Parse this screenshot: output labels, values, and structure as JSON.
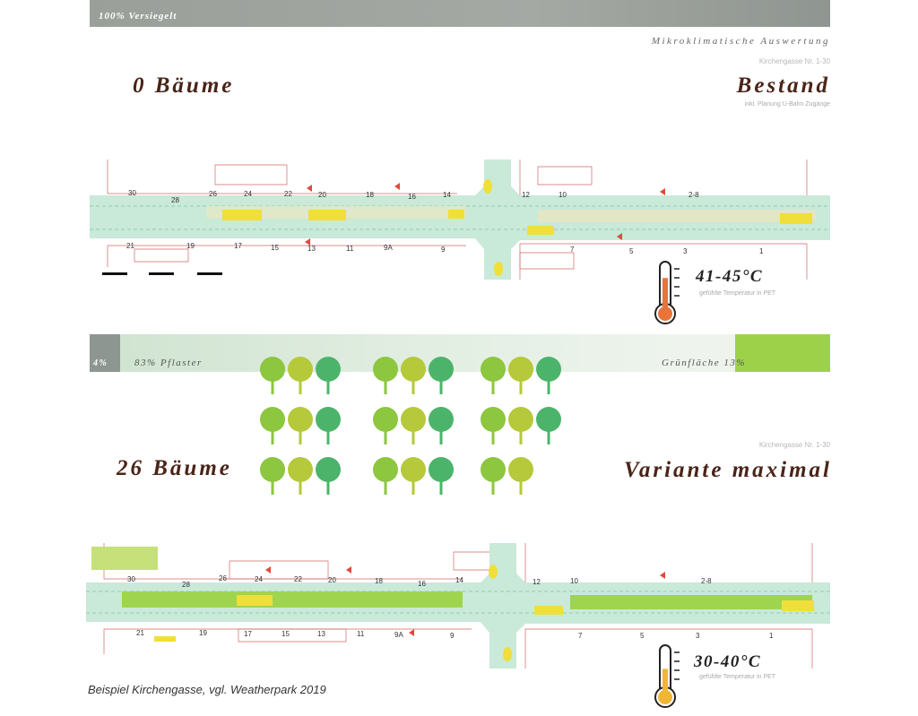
{
  "header": {
    "bar_label": "100% Versiegelt",
    "subtitle": "Mikroklimatische Auswertung"
  },
  "scenario_top": {
    "trees_label": "0 Bäume",
    "title": "Bestand",
    "ref": "Kirchengasse Nr. 1-30",
    "note": "inkl. Planung U-Bahn Zugänge",
    "temperature": "41-45°C",
    "temp_note": "gefühlte Temperatur in PET",
    "thermometer_level": 0.62,
    "thermometer_color": "#e8743a",
    "house_numbers_top": [
      "30",
      "28",
      "26",
      "24",
      "22",
      "20",
      "18",
      "16",
      "14",
      "12",
      "10",
      "2-8"
    ],
    "house_numbers_bottom": [
      "21",
      "19",
      "17",
      "15",
      "13",
      "11",
      "9A",
      "9",
      "7",
      "5",
      "3",
      "1"
    ]
  },
  "surface_bar": {
    "sealed_pct": "4%",
    "paving": "83% Pflaster",
    "green": "Grünfläche 13%"
  },
  "trees": {
    "count": 26,
    "colors": [
      "#8dc63f",
      "#b5c93a",
      "#4cb46a"
    ]
  },
  "scenario_bottom": {
    "trees_label": "26 Bäume",
    "title": "Variante maximal",
    "ref": "Kirchengasse Nr. 1-30",
    "temperature": "30-40°C",
    "temp_note": "gefühlte Temperatur in PET",
    "thermometer_level": 0.45,
    "thermometer_color": "#f2b636",
    "house_numbers_top": [
      "30",
      "28",
      "26",
      "24",
      "22",
      "20",
      "18",
      "16",
      "14",
      "12",
      "10",
      "2-8"
    ],
    "house_numbers_bottom": [
      "21",
      "19",
      "17",
      "15",
      "13",
      "11",
      "9A",
      "9",
      "7",
      "5",
      "3",
      "1"
    ]
  },
  "caption": "Beispiel Kirchengasse, vgl. Weatherpark 2019"
}
